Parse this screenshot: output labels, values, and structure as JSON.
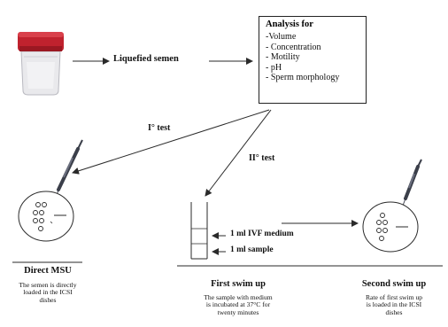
{
  "flow": {
    "liquefied_label": "Liquefied semen",
    "test1_label": "I° test",
    "test2_label": "II° test"
  },
  "analysis": {
    "title": "Analysis for",
    "items": [
      "-Volume",
      "- Concentration",
      "- Motility",
      "- pH",
      "- Sperm morphology"
    ]
  },
  "tube": {
    "medium_label": "1 ml IVF medium",
    "sample_label": "1 ml sample"
  },
  "methods": {
    "direct": {
      "title": "Direct MSU",
      "caption": [
        "The semen is directly",
        "loaded in the ICSI",
        "dishes"
      ]
    },
    "first": {
      "title": "First swim up",
      "caption": [
        "The sample with medium",
        "is incubated at 37°C for",
        "twenty minutes"
      ]
    },
    "second": {
      "title": "Second swim up",
      "caption": [
        "Rate of first swim up",
        "is loaded in the ICSI",
        "dishes"
      ]
    }
  },
  "colors": {
    "cup_lid": "#c0222e",
    "line": "#2a2a2a",
    "pipette": "#3b3f4a"
  }
}
